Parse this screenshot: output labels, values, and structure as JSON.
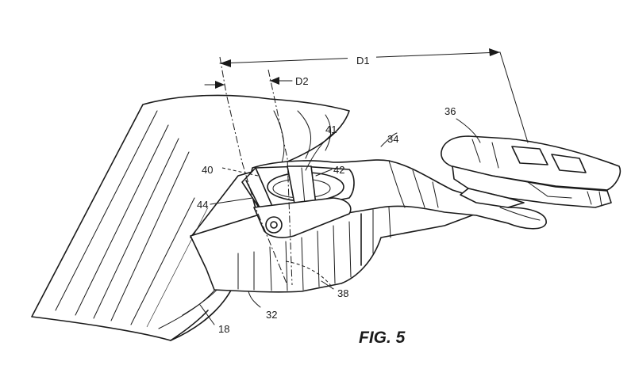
{
  "figure": {
    "caption": "FIG. 5",
    "dimensions": {
      "d1": "D1",
      "d2": "D2"
    },
    "reference_numerals": [
      "18",
      "32",
      "34",
      "36",
      "38",
      "40",
      "41",
      "42",
      "44"
    ]
  }
}
